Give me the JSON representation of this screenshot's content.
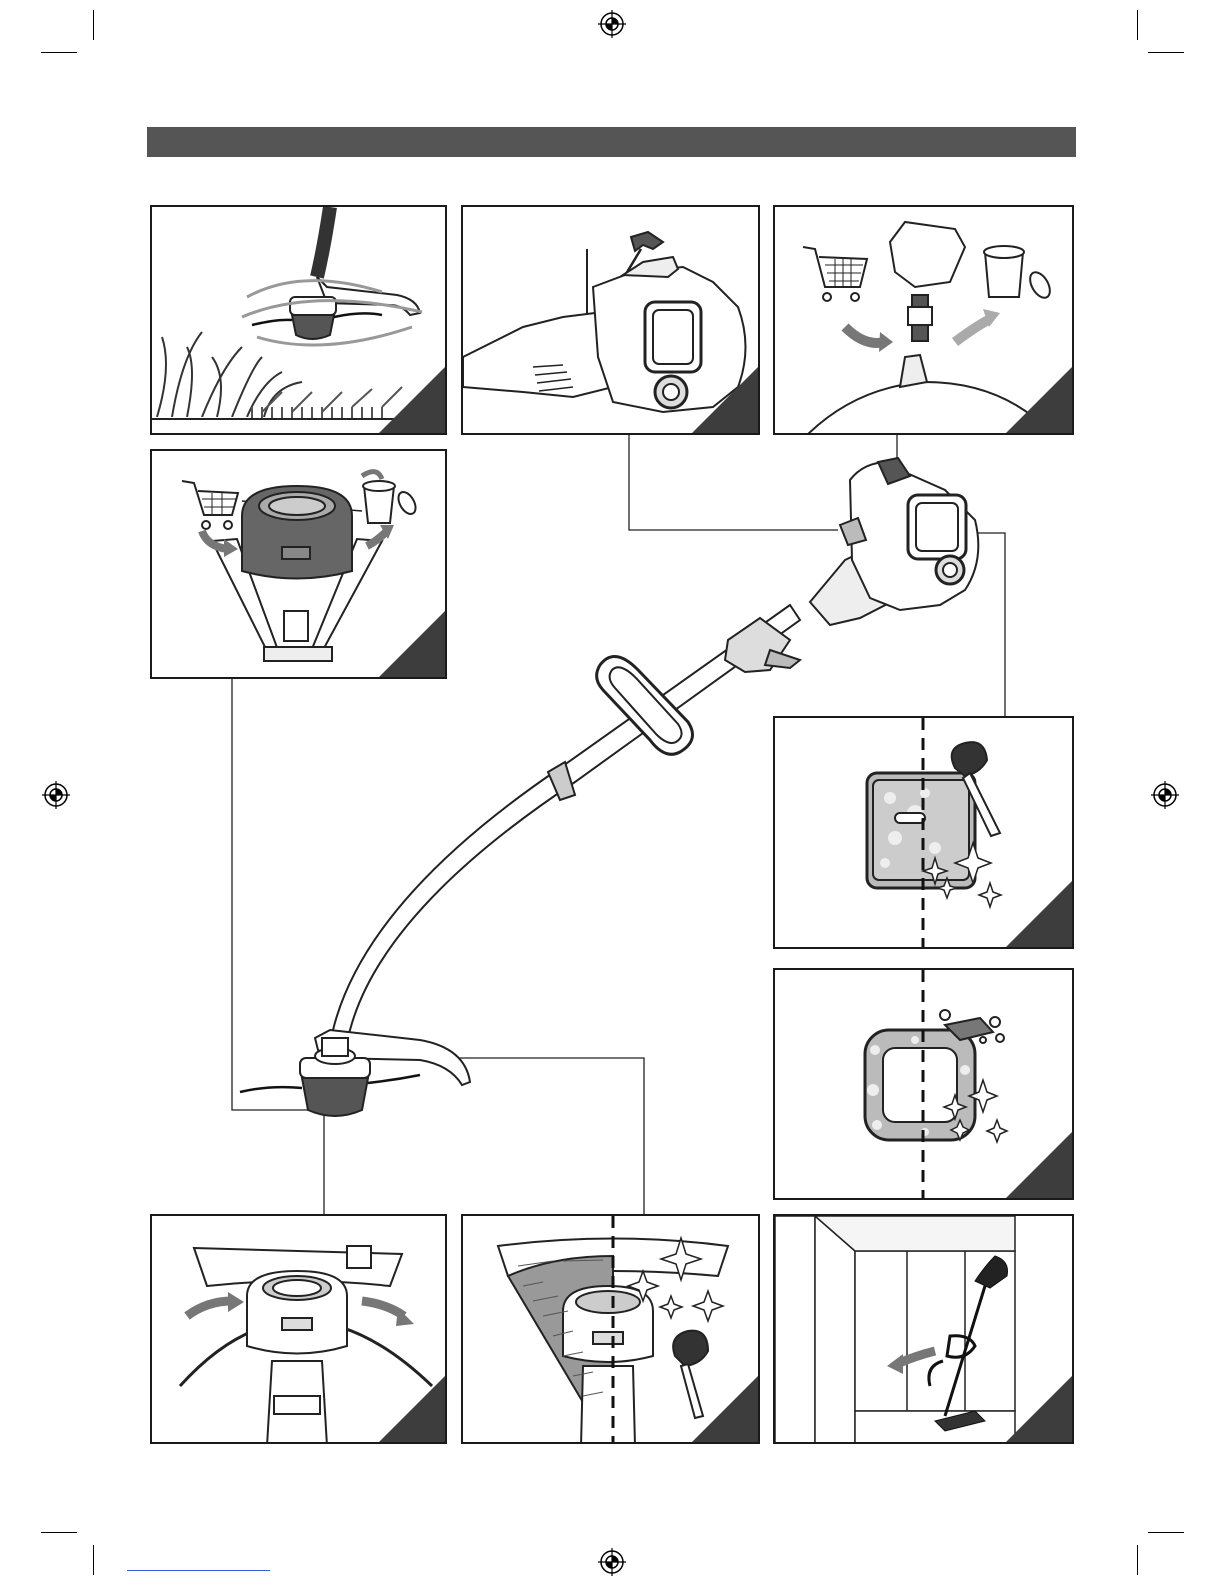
{
  "page": {
    "header_bar_color": "#555555",
    "panel_corner_color": "#3d3d3d",
    "link_underline_color": "#3b5bdb"
  },
  "panels": [
    {
      "name": "trimming-grass",
      "icon": "trimmer-head-cutting-grass-icon"
    },
    {
      "name": "starter-cord",
      "icon": "engine-pull-starter-icon"
    },
    {
      "name": "spark-plug-replace",
      "icon": "spark-plug-replace-icon"
    },
    {
      "name": "spool-replace",
      "icon": "spool-replace-icon"
    },
    {
      "name": "air-filter-clean",
      "icon": "air-filter-clean-icon"
    },
    {
      "name": "filter-sponge-clean",
      "icon": "filter-sponge-clean-icon"
    },
    {
      "name": "head-rotate",
      "icon": "trimmer-head-rotate-icon"
    },
    {
      "name": "guard-clean",
      "icon": "guard-clean-icon"
    },
    {
      "name": "storage-cabinet",
      "icon": "storage-cabinet-icon"
    }
  ]
}
